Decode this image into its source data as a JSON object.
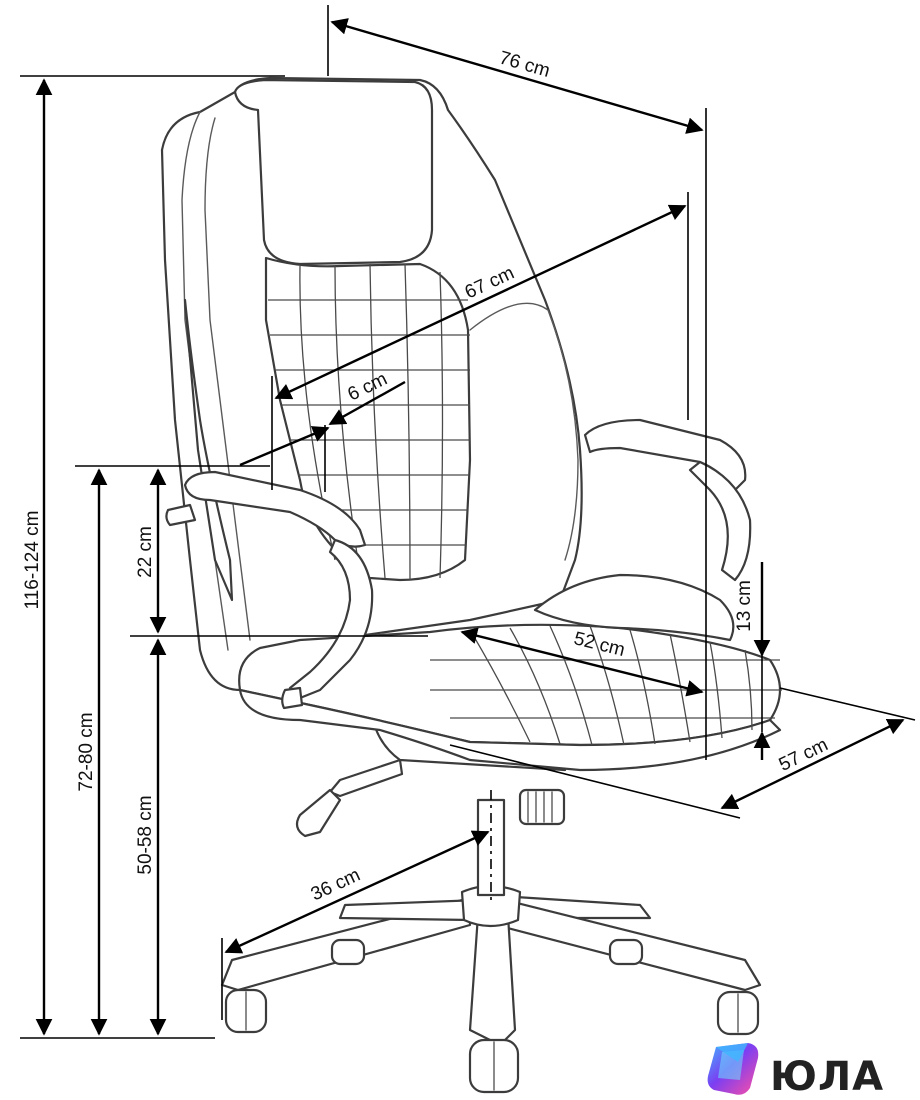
{
  "dimensions": {
    "total_height": "116-124 cm",
    "top_width": "76 cm",
    "backrest_height": "67 cm",
    "headrest_offset": "6 cm",
    "armrest_height": "22 cm",
    "armrest_floor_height": "72-80 cm",
    "seat_height": "50-58 cm",
    "seat_width": "52 cm",
    "seat_thickness": "13 cm",
    "seat_depth": "57 cm",
    "base_radius": "36 cm"
  },
  "brand": {
    "name": "ЮЛА",
    "icon": "yula-logo-icon",
    "colors": [
      "#7b3ff2",
      "#3fb6ff",
      "#ff4fa3",
      "#6ce0ff"
    ]
  },
  "colors": {
    "line": "#3c3c3c",
    "dimension": "#000000",
    "background": "#ffffff"
  }
}
